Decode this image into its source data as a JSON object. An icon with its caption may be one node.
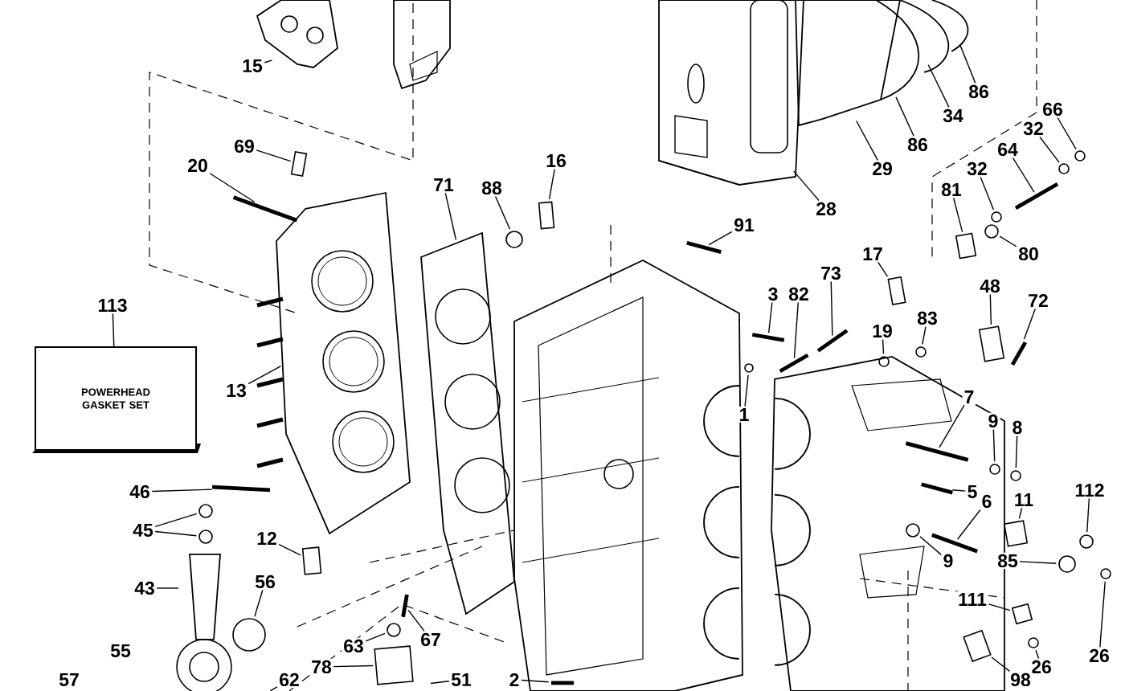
{
  "diagram": {
    "nodes": [
      {
        "text": [
          "15"
        ]
      },
      {
        "text": [
          "86"
        ]
      },
      {
        "text": [
          "66"
        ]
      },
      {
        "text": [
          "34"
        ]
      },
      {
        "text": [
          "32"
        ]
      },
      {
        "text": [
          "86"
        ]
      },
      {
        "text": [
          "69"
        ]
      },
      {
        "text": [
          "64"
        ]
      },
      {
        "text": [
          "16"
        ]
      },
      {
        "text": [
          "20"
        ]
      },
      {
        "text": [
          "29"
        ]
      },
      {
        "text": [
          "32"
        ]
      },
      {
        "text": [
          "71"
        ]
      },
      {
        "text": [
          "88"
        ]
      },
      {
        "text": [
          "81"
        ]
      },
      {
        "text": [
          "28"
        ]
      },
      {
        "text": [
          "91"
        ]
      },
      {
        "text": [
          "80"
        ]
      },
      {
        "text": [
          "17"
        ]
      },
      {
        "text": [
          "48"
        ]
      },
      {
        "text": [
          "3"
        ]
      },
      {
        "text": [
          "82"
        ]
      },
      {
        "text": [
          "73"
        ]
      },
      {
        "text": [
          "72"
        ]
      },
      {
        "text": [
          "113"
        ]
      },
      {
        "text": [
          "POWERHEAD GASKET SET"
        ]
      },
      {
        "text": [
          "83"
        ]
      },
      {
        "text": [
          "19"
        ]
      },
      {
        "text": [
          "13"
        ]
      },
      {
        "text": [
          "7"
        ]
      },
      {
        "text": [
          "1"
        ]
      },
      {
        "text": [
          "9"
        ]
      },
      {
        "text": [
          "8"
        ]
      },
      {
        "text": [
          "112"
        ]
      },
      {
        "text": [
          "5"
        ]
      },
      {
        "text": [
          "46"
        ]
      },
      {
        "text": [
          "6"
        ]
      },
      {
        "text": [
          "11"
        ]
      },
      {
        "text": [
          "45"
        ]
      },
      {
        "text": [
          "12"
        ]
      },
      {
        "text": [
          "85"
        ]
      },
      {
        "text": [
          "9"
        ]
      },
      {
        "text": [
          "43"
        ]
      },
      {
        "text": [
          "56"
        ]
      },
      {
        "text": [
          "111"
        ]
      },
      {
        "text": [
          "63"
        ]
      },
      {
        "text": [
          "67"
        ]
      },
      {
        "text": [
          "26"
        ]
      },
      {
        "text": [
          "26"
        ]
      },
      {
        "text": [
          "78"
        ]
      },
      {
        "text": [
          "62"
        ]
      },
      {
        "text": [
          "98"
        ]
      },
      {
        "text": [
          "51"
        ]
      },
      {
        "text": [
          "2"
        ]
      },
      {
        "text": [],
        "shape": "circle"
      },
      {
        "text": [],
        "shape": "circle"
      },
      {
        "text": [],
        "shape": "box"
      },
      {
        "text": [],
        "shape": "bar"
      },
      {
        "text": [],
        "shape": "bar"
      },
      {
        "text": [],
        "shape": "box"
      },
      {
        "text": [],
        "shape": "circle"
      },
      {
        "text": [],
        "shape": "circle"
      },
      {
        "text": [],
        "shape": "circle"
      },
      {
        "text": [],
        "shape": "box"
      },
      {
        "text": [],
        "shape": "bar"
      },
      {
        "text": [],
        "shape": "box"
      },
      {
        "text": [],
        "shape": "bar"
      },
      {
        "text": [],
        "shape": "bar"
      },
      {
        "text": [],
        "shape": "box"
      },
      {
        "text": [],
        "shape": "circle"
      },
      {
        "text": [],
        "shape": "bar"
      },
      {
        "text": [],
        "shape": "circle"
      },
      {
        "text": [],
        "shape": "bar"
      },
      {
        "text": [],
        "shape": "circle"
      },
      {
        "text": [],
        "shape": "bar"
      },
      {
        "text": [],
        "shape": "circle"
      },
      {
        "text": [],
        "shape": "circle"
      },
      {
        "text": [],
        "shape": "bar"
      },
      {
        "text": [],
        "shape": "bar"
      },
      {
        "text": [],
        "shape": "circle"
      },
      {
        "text": [],
        "shape": "circle"
      },
      {
        "text": [],
        "shape": "box"
      },
      {
        "text": [],
        "shape": "circle"
      },
      {
        "text": [],
        "shape": "circle"
      },
      {
        "text": [],
        "shape": "bar"
      },
      {
        "text": [],
        "shape": "box"
      },
      {
        "text": [],
        "shape": "circle"
      },
      {
        "text": [],
        "shape": "circle"
      },
      {
        "text": [],
        "shape": "box"
      },
      {
        "text": [],
        "shape": "circle"
      },
      {
        "text": [],
        "shape": "bar"
      },
      {
        "text": [],
        "shape": "circle"
      },
      {
        "text": [],
        "shape": "circle"
      },
      {
        "text": [],
        "shape": "box"
      },
      {
        "text": [],
        "shape": "box"
      },
      {
        "text": [],
        "shape": "bar"
      }
    ],
    "edges": [
      {
        "from": 0,
        "to": null,
        "arrow": "none"
      },
      {
        "from": 1,
        "to": null,
        "arrow": "none"
      },
      {
        "from": 2,
        "to": 54,
        "arrow": "none"
      },
      {
        "from": 3,
        "to": null,
        "arrow": "none"
      },
      {
        "from": 4,
        "to": 55,
        "arrow": "none"
      },
      {
        "from": 5,
        "to": null,
        "arrow": "none"
      },
      {
        "from": 6,
        "to": 56,
        "arrow": "none"
      },
      {
        "from": 7,
        "to": 57,
        "arrow": "none"
      },
      {
        "from": 8,
        "to": 59,
        "arrow": "none"
      },
      {
        "from": 9,
        "to": 58,
        "arrow": "none"
      },
      {
        "from": 10,
        "to": null,
        "arrow": "none"
      },
      {
        "from": 11,
        "to": 60,
        "arrow": "none"
      },
      {
        "from": 12,
        "to": null,
        "arrow": "none"
      },
      {
        "from": 13,
        "to": 62,
        "arrow": "none"
      },
      {
        "from": 14,
        "to": 63,
        "arrow": "none"
      },
      {
        "from": 15,
        "to": null,
        "arrow": "none"
      },
      {
        "from": 16,
        "to": 64,
        "arrow": "none"
      },
      {
        "from": 17,
        "to": 61,
        "arrow": "none"
      },
      {
        "from": 18,
        "to": 65,
        "arrow": "none"
      },
      {
        "from": 19,
        "to": 68,
        "arrow": "none"
      },
      {
        "from": 20,
        "to": 66,
        "arrow": "none"
      },
      {
        "from": 21,
        "to": 72,
        "arrow": "none"
      },
      {
        "from": 22,
        "to": 67,
        "arrow": "none"
      },
      {
        "from": 23,
        "to": 70,
        "arrow": "none"
      },
      {
        "from": 24,
        "to": 25,
        "arrow": "none"
      },
      {
        "from": 26,
        "to": 69,
        "arrow": "none"
      },
      {
        "from": 27,
        "to": 71,
        "arrow": "none"
      },
      {
        "from": 28,
        "to": null,
        "arrow": "none"
      },
      {
        "from": 29,
        "to": 74,
        "arrow": "none"
      },
      {
        "from": 30,
        "to": 73,
        "arrow": "none"
      },
      {
        "from": 31,
        "to": 75,
        "arrow": "none"
      },
      {
        "from": 32,
        "to": 76,
        "arrow": "none"
      },
      {
        "from": 33,
        "to": 83,
        "arrow": "none"
      },
      {
        "from": 34,
        "to": 77,
        "arrow": "none"
      },
      {
        "from": 35,
        "to": 78,
        "arrow": "none"
      },
      {
        "from": 36,
        "to": 84,
        "arrow": "none"
      },
      {
        "from": 37,
        "to": 81,
        "arrow": "none"
      },
      {
        "from": 38,
        "to": 79,
        "arrow": "none"
      },
      {
        "from": 38,
        "to": 82,
        "arrow": "none"
      },
      {
        "from": 39,
        "to": 85,
        "arrow": "none"
      },
      {
        "from": 40,
        "to": 86,
        "arrow": "none"
      },
      {
        "from": 41,
        "to": 80,
        "arrow": "none"
      },
      {
        "from": 42,
        "to": null,
        "arrow": "none"
      },
      {
        "from": 43,
        "to": 91,
        "arrow": "none"
      },
      {
        "from": 44,
        "to": 88,
        "arrow": "none"
      },
      {
        "from": 45,
        "to": 89,
        "arrow": "none"
      },
      {
        "from": 46,
        "to": 90,
        "arrow": "none"
      },
      {
        "from": 47,
        "to": 87,
        "arrow": "none"
      },
      {
        "from": 48,
        "to": 92,
        "arrow": "none"
      },
      {
        "from": 49,
        "to": 94,
        "arrow": "none"
      },
      {
        "from": 50,
        "to": null,
        "arrow": "none"
      },
      {
        "from": 51,
        "to": 93,
        "arrow": "none"
      },
      {
        "from": 52,
        "to": null,
        "arrow": "none"
      },
      {
        "from": 53,
        "to": 95,
        "arrow": "none"
      }
    ],
    "labels": [
      "55",
      "57"
    ]
  }
}
